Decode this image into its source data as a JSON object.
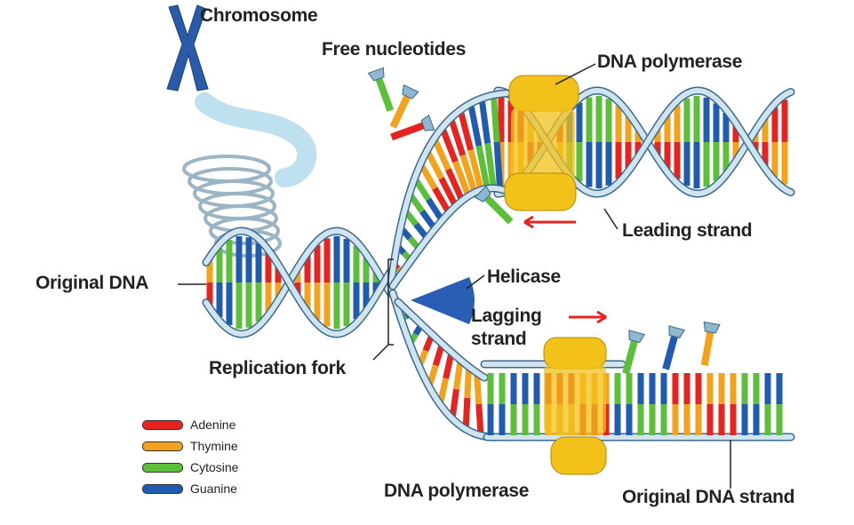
{
  "labels": {
    "chromosome": "Chromosome",
    "free_nucleotides": "Free nucleotides",
    "dna_polymerase_top": "DNA polymerase",
    "leading_strand": "Leading strand",
    "original_dna": "Original DNA",
    "helicase": "Helicase",
    "lagging_strand_1": "Lagging",
    "lagging_strand_2": "strand",
    "replication_fork": "Replication fork",
    "dna_polymerase_bottom": "DNA polymerase",
    "original_dna_strand": "Original DNA strand"
  },
  "legend": [
    {
      "label": "Adenine",
      "color": "#e8231f"
    },
    {
      "label": "Thymine",
      "color": "#f4a21c"
    },
    {
      "label": "Cytosine",
      "color": "#5cbf3a"
    },
    {
      "label": "Guanine",
      "color": "#1f5bb0"
    }
  ],
  "colors": {
    "strand": "#cfe4ee",
    "strand_edge": "#3b6a8c",
    "polymerase": "#f2c21a",
    "helicase": "#2a5db5",
    "chromosome": "#2a5aa8",
    "arrow": "#e8231f"
  }
}
